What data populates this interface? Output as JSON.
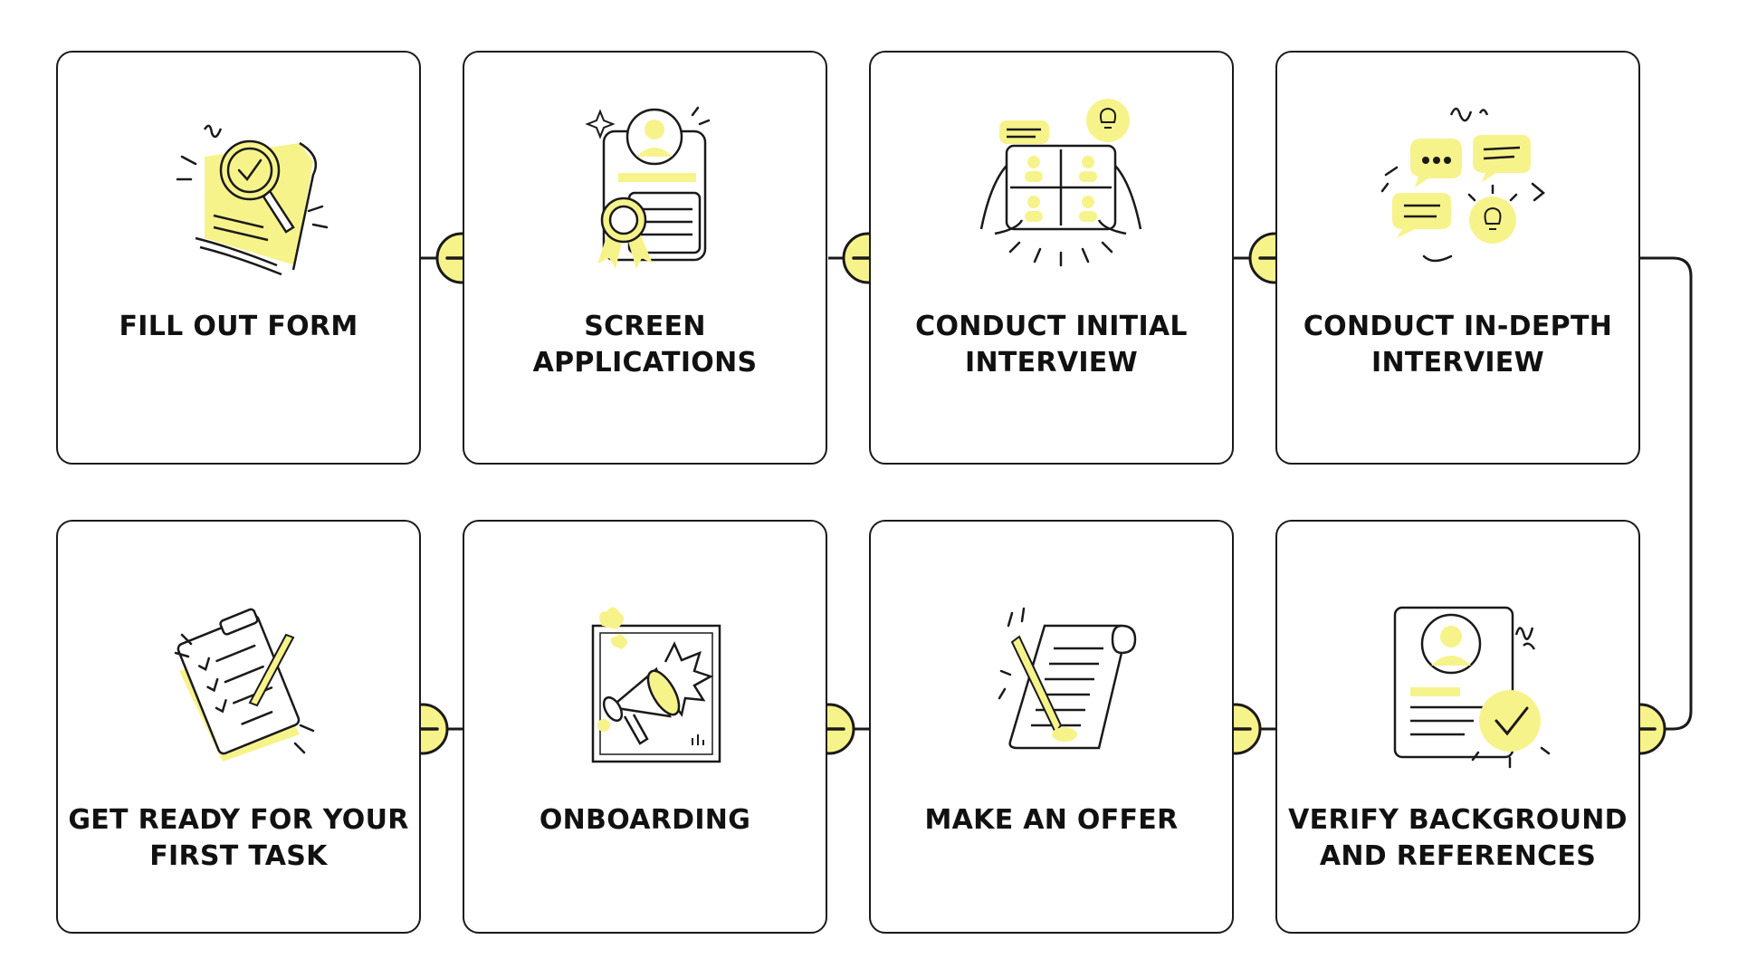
{
  "colors": {
    "accent": "#f7f38b",
    "stroke": "#1a1a1a"
  },
  "steps": [
    {
      "label": "FILL OUT FORM",
      "icon": "magnifier-form-icon"
    },
    {
      "label": "SCREEN APPLICATIONS",
      "icon": "resume-badge-icon"
    },
    {
      "label": "CONDUCT INITIAL INTERVIEW",
      "icon": "video-call-tablet-icon"
    },
    {
      "label": "CONDUCT IN-DEPTH INTERVIEW",
      "icon": "chat-bubbles-idea-icon"
    },
    {
      "label": "VERIFY BACKGROUND AND REFERENCES",
      "icon": "profile-verified-icon"
    },
    {
      "label": "MAKE AN OFFER",
      "icon": "contract-scroll-icon"
    },
    {
      "label": "ONBOARDING",
      "icon": "megaphone-announcement-icon"
    },
    {
      "label": "GET READY FOR YOUR FIRST TASK",
      "icon": "clipboard-checklist-icon"
    }
  ]
}
